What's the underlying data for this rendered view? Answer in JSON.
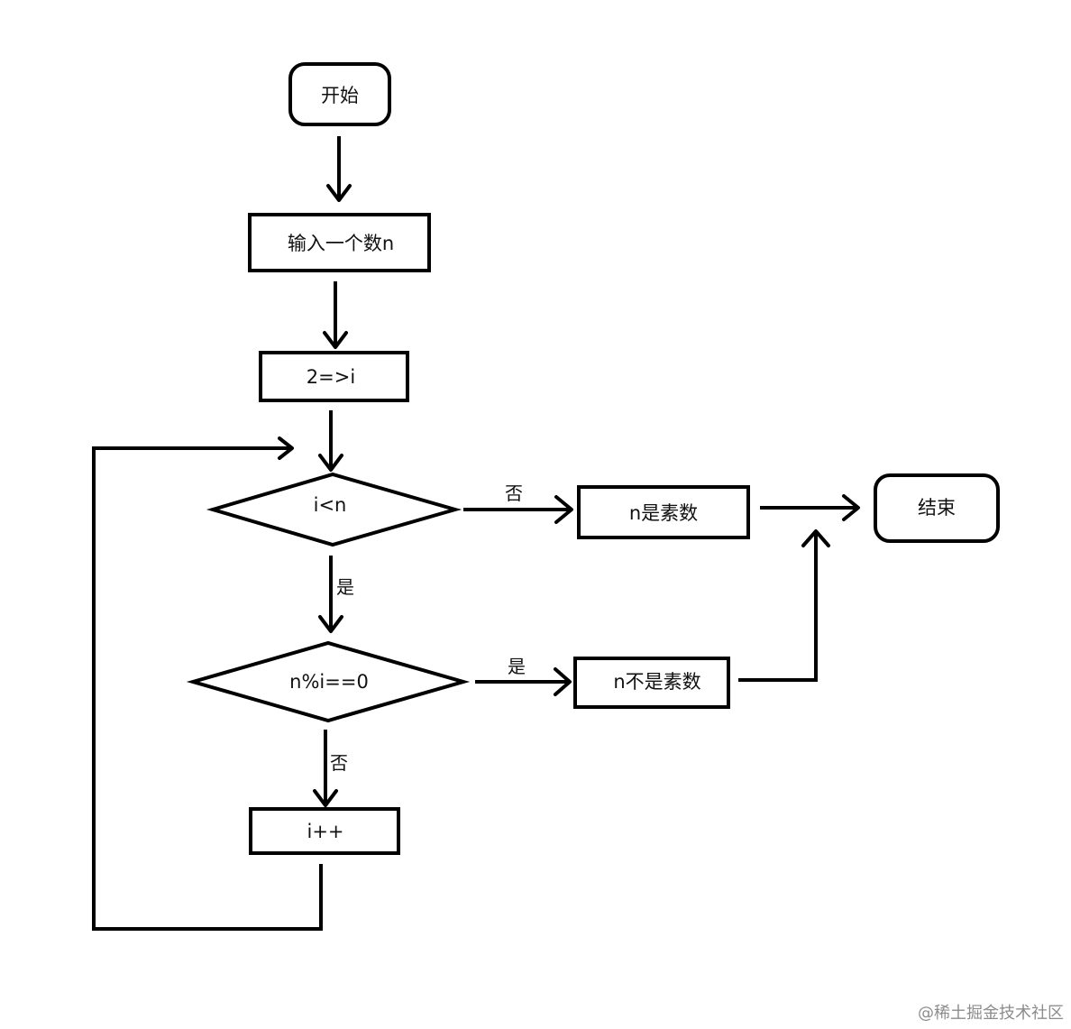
{
  "nodes": {
    "start": "开始",
    "input": "输入一个数n",
    "init": "2=>i",
    "cond_lt": "i<n",
    "prime": "n是素数",
    "end": "结束",
    "cond_mod": "n%i==0",
    "not_prime": "n不是素数",
    "increment": "i++"
  },
  "edges": {
    "lt_no": "否",
    "lt_yes": "是",
    "mod_yes": "是",
    "mod_no": "否"
  },
  "watermark": "@稀土掘金技术社区"
}
